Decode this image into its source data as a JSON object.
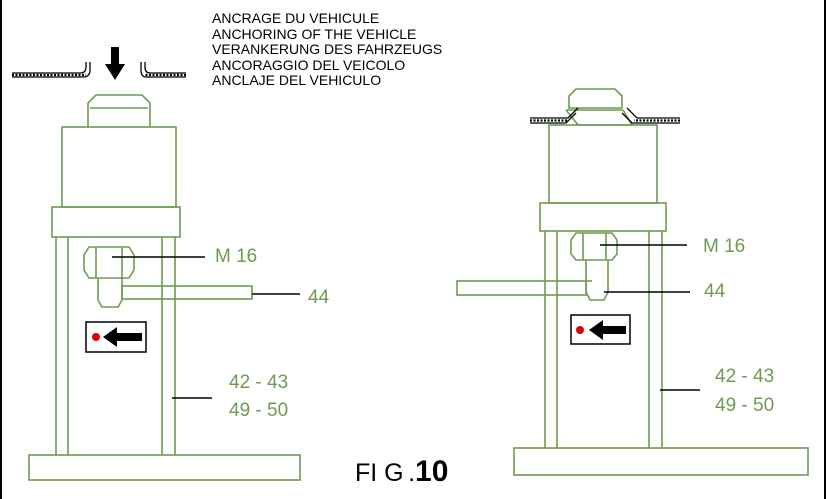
{
  "title_lines": [
    "ANCRAGE DU VEHICULE",
    "ANCHORING OF THE VEHICLE",
    "VERANKERUNG DES FAHRZEUGS",
    "ANCORAGGIO DEL VEICOLO",
    "ANCLAJE DEL VEHICULO"
  ],
  "left_view": {
    "labels": {
      "nut": "M 16",
      "pin": "44",
      "leg_a": "42 - 43",
      "leg_b": "49 - 50"
    }
  },
  "right_view": {
    "labels": {
      "nut": "M 16",
      "pin": "44",
      "leg_a": "42 - 43",
      "leg_b": "49 - 50"
    }
  },
  "figure_label": {
    "prefix": "FI G",
    "dot": ".",
    "number": "10"
  },
  "colors": {
    "line": "#6f9a52",
    "label": "#6f9a52",
    "indicator_dot": "#e00000",
    "ink": "#000000"
  }
}
